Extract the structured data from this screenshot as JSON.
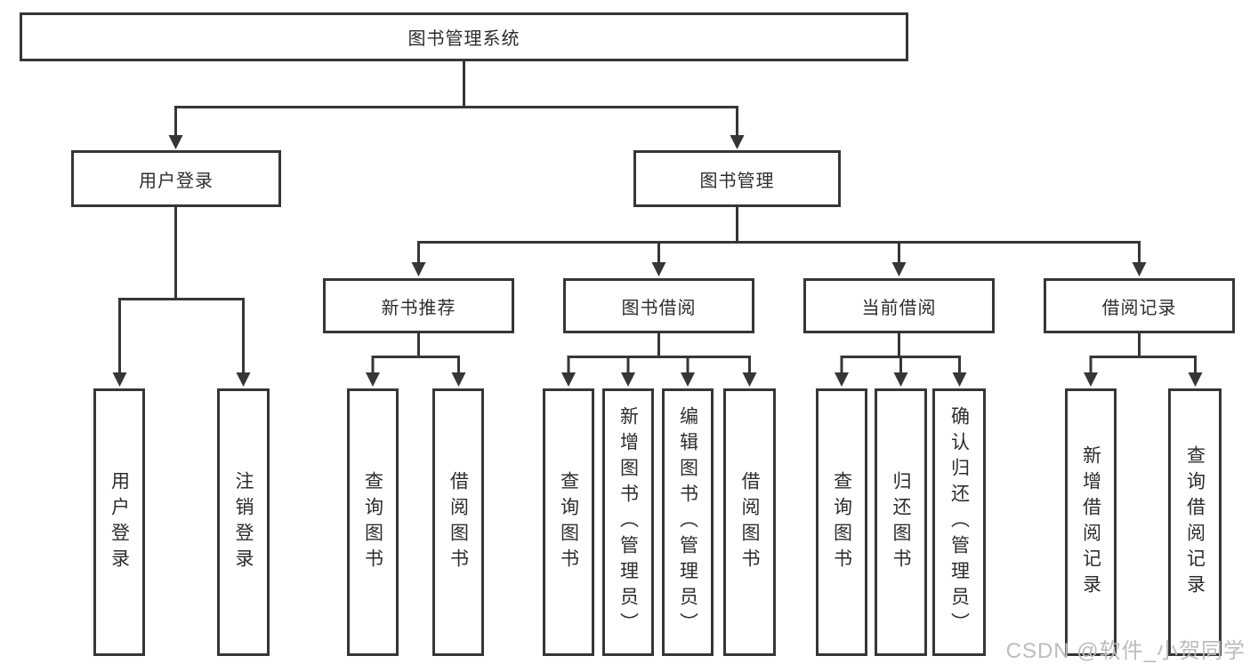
{
  "diagram": {
    "root": {
      "label": "图书管理系统"
    },
    "branches": [
      {
        "label": "用户登录",
        "children": [
          {
            "label": "用户登录"
          },
          {
            "label": "注销登录"
          }
        ]
      },
      {
        "label": "图书管理",
        "children": [
          {
            "label": "新书推荐",
            "children": [
              {
                "label": "查询图书"
              },
              {
                "label": "借阅图书"
              }
            ]
          },
          {
            "label": "图书借阅",
            "children": [
              {
                "label": "查询图书"
              },
              {
                "label": "新增图书（管理员）"
              },
              {
                "label": "编辑图书（管理员）"
              },
              {
                "label": "借阅图书"
              }
            ]
          },
          {
            "label": "当前借阅",
            "children": [
              {
                "label": "查询图书"
              },
              {
                "label": "归还图书"
              },
              {
                "label": "确认归还（管理员）"
              }
            ]
          },
          {
            "label": "借阅记录",
            "children": [
              {
                "label": "新增借阅记录"
              },
              {
                "label": "查询借阅记录"
              }
            ]
          }
        ]
      }
    ],
    "watermark": "CSDN @软件_小贺同学",
    "colors": {
      "line": "#363636",
      "text": "#2d2d2d",
      "background": "#ffffff",
      "watermark": "#bcbcbc"
    }
  }
}
